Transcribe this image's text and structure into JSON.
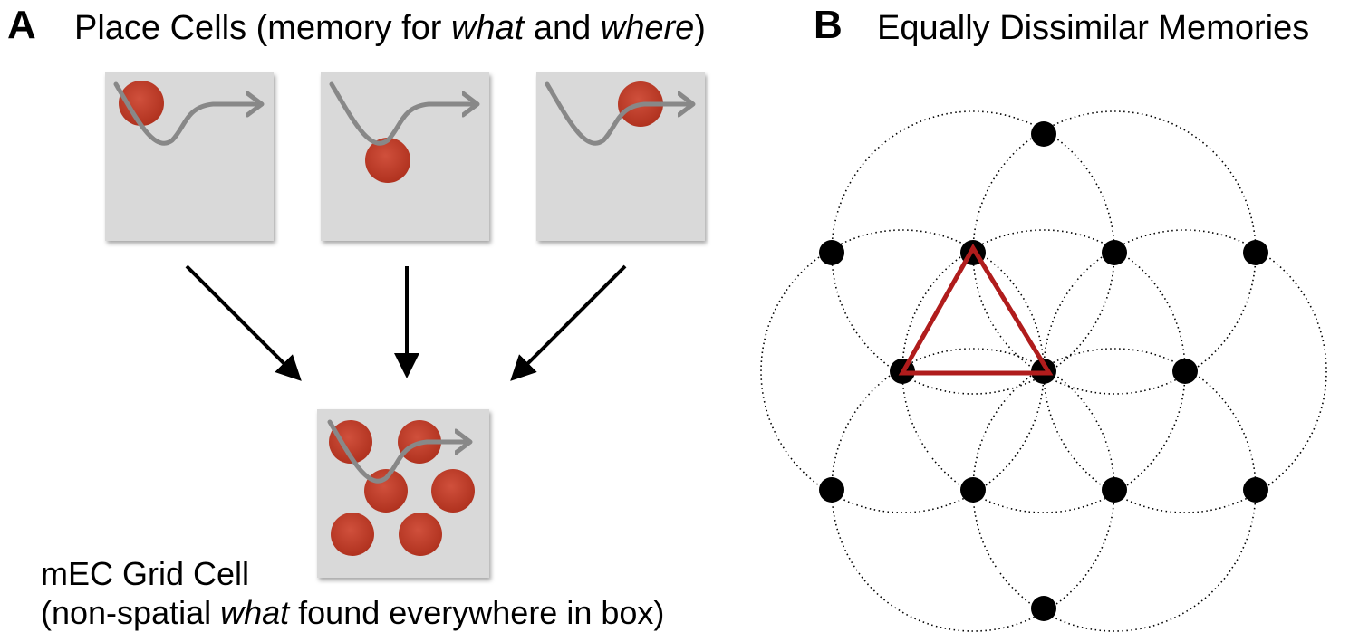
{
  "panel_a": {
    "letter": "A",
    "title_prefix": "Place Cells (memory for ",
    "title_em1": "what",
    "title_mid": " and ",
    "title_em2": "where",
    "title_suffix": ")",
    "caption_line1": "mEC Grid Cell",
    "caption_line2_prefix": "(non-spatial ",
    "caption_line2_em": "what",
    "caption_line2_suffix": " found everywhere in box)"
  },
  "panel_b": {
    "letter": "B",
    "title": "Equally Dissimilar Memories"
  },
  "colors": {
    "box_fill": "#d9d9d9",
    "field_red": "#c0392b",
    "trajectory_gray": "#888888",
    "triangle_red": "#b01c1c",
    "node_black": "#000000"
  }
}
